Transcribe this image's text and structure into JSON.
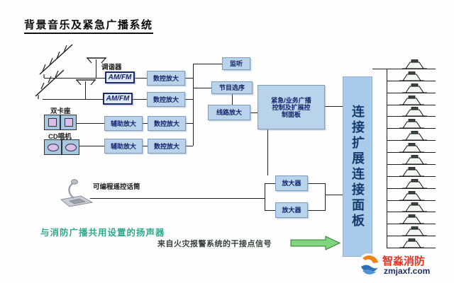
{
  "title": "背景音乐及紧急广播系统",
  "nodes": {
    "tuner": "调谐器",
    "amfm": "AM/FM",
    "digital_amp": "数控放大",
    "aux_amp": "辅助放大",
    "monitor": "监听",
    "program": "节目选序",
    "line_amp": "线路放大",
    "control_panel": [
      "紧急/业务广播",
      "控制及扩展控",
      "制面板"
    ],
    "amplifier": "放大器",
    "expansion_panel": "连接扩展连接面板",
    "cassette": "双卡座",
    "cd_player": "CD唱机",
    "mic": "可编程遥控话筒"
  },
  "annotations": {
    "shared_speakers": "与消防广播共用设置的扬声器",
    "fire_signal": "来自火灾报警系统的干接点信号"
  },
  "footer": {
    "brand": "智淼消防",
    "site": "zmjaxf.com"
  },
  "speakers": {
    "count": 16
  },
  "colors": {
    "box_fill": "#b9d3eb",
    "panel_fill": "#a9cbe9",
    "box_text": "#15246b",
    "note_green": "#2fa98d",
    "arrow_green": "#7fd67f",
    "brand_red": "#e23324",
    "site_blue": "#1c2f63"
  }
}
